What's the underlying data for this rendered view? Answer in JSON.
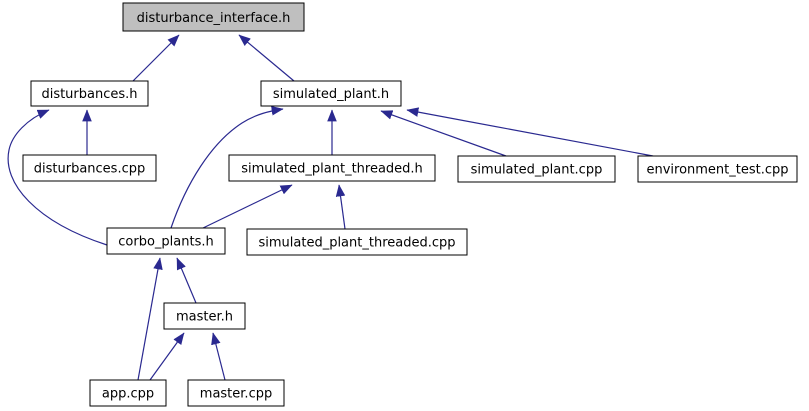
{
  "graph": {
    "kind": "include-dependency-graph",
    "root_label": "disturbance_interface.h",
    "edge_color": "#2a2990",
    "root_fill": "#bfbfbf",
    "node_fill": "#ffffff",
    "border_color": "#000000",
    "background": "#ffffff"
  },
  "nodes": [
    {
      "id": "disturbance_interface_h",
      "label": "disturbance_interface.h",
      "highlighted": true
    },
    {
      "id": "disturbances_h",
      "label": "disturbances.h",
      "highlighted": false
    },
    {
      "id": "simulated_plant_h",
      "label": "simulated_plant.h",
      "highlighted": false
    },
    {
      "id": "disturbances_cpp",
      "label": "disturbances.cpp",
      "highlighted": false
    },
    {
      "id": "simulated_plant_threaded_h",
      "label": "simulated_plant_threaded.h",
      "highlighted": false
    },
    {
      "id": "simulated_plant_cpp",
      "label": "simulated_plant.cpp",
      "highlighted": false
    },
    {
      "id": "environment_test_cpp",
      "label": "environment_test.cpp",
      "highlighted": false
    },
    {
      "id": "corbo_plants_h",
      "label": "corbo_plants.h",
      "highlighted": false
    },
    {
      "id": "simulated_plant_threaded_cpp",
      "label": "simulated_plant_threaded.cpp",
      "highlighted": false
    },
    {
      "id": "master_h",
      "label": "master.h",
      "highlighted": false
    },
    {
      "id": "app_cpp",
      "label": "app.cpp",
      "highlighted": false
    },
    {
      "id": "master_cpp",
      "label": "master.cpp",
      "highlighted": false
    }
  ],
  "edges": [
    {
      "from": "disturbances.h",
      "to": "disturbance_interface.h"
    },
    {
      "from": "simulated_plant.h",
      "to": "disturbance_interface.h"
    },
    {
      "from": "disturbances.cpp",
      "to": "disturbances.h"
    },
    {
      "from": "corbo_plants.h",
      "to": "disturbances.h"
    },
    {
      "from": "corbo_plants.h",
      "to": "simulated_plant.h"
    },
    {
      "from": "simulated_plant_threaded.h",
      "to": "simulated_plant.h"
    },
    {
      "from": "simulated_plant.cpp",
      "to": "simulated_plant.h"
    },
    {
      "from": "environment_test.cpp",
      "to": "simulated_plant.h"
    },
    {
      "from": "corbo_plants.h",
      "to": "simulated_plant_threaded.h"
    },
    {
      "from": "simulated_plant_threaded.cpp",
      "to": "simulated_plant_threaded.h"
    },
    {
      "from": "master.h",
      "to": "corbo_plants.h"
    },
    {
      "from": "app.cpp",
      "to": "corbo_plants.h"
    },
    {
      "from": "app.cpp",
      "to": "master.h"
    },
    {
      "from": "master.cpp",
      "to": "master.h"
    }
  ]
}
